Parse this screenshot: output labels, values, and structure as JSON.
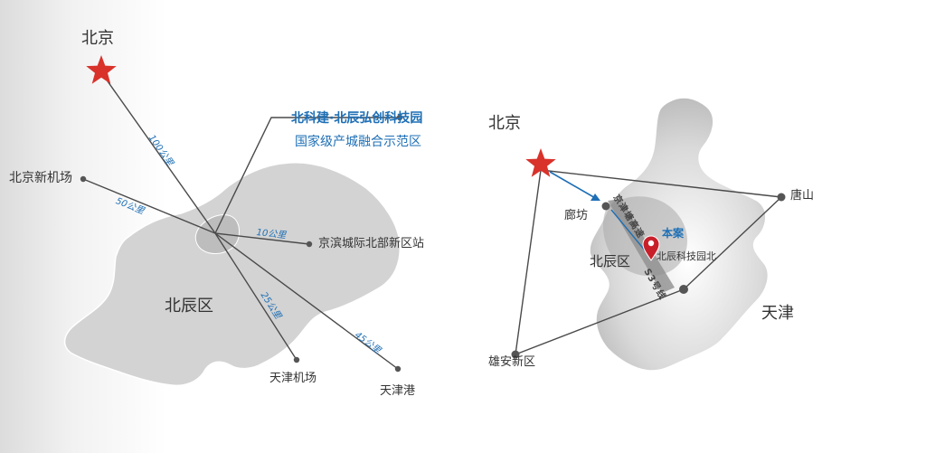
{
  "left_map": {
    "beijing": "北京",
    "new_airport": "北京新机场",
    "project_name": "北科建·北辰弘创科技园",
    "project_sub": "国家级产城融合示范区",
    "station": "京滨城际北部新区站",
    "district": "北辰区",
    "tianjin_airport": "天津机场",
    "tianjin_port": "天津港",
    "dist_100": "100公里",
    "dist_50": "50公里",
    "dist_10": "10公里",
    "dist_25": "25公里",
    "dist_45": "45公里"
  },
  "right_map": {
    "beijing": "北京",
    "langfang": "廊坊",
    "tangshan": "唐山",
    "beichen_district": "北辰区",
    "project": "本案",
    "project_label": "北辰科技园北",
    "tianjin": "天津",
    "xiongan": "雄安新区",
    "expressway": "京津塘高速",
    "road_s": "S3号线"
  },
  "colors": {
    "star": "#d8322b",
    "line": "#4a4a4a",
    "blue": "#1e6fb5",
    "region": "#cfcfcf",
    "marker": "#c8202b"
  }
}
